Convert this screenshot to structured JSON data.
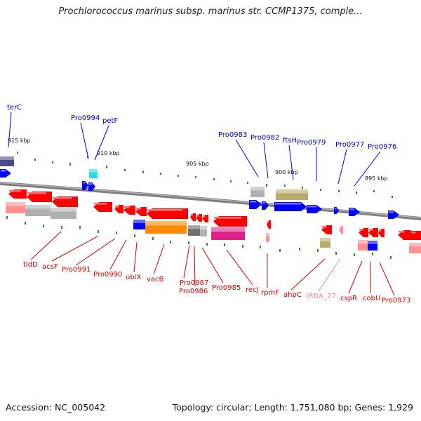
{
  "title": "Prochlorococcus marinus subsp. marinus str. CCMP1375, comple...",
  "accession": "Accession: NC_005042",
  "topology": "Topology: circular; Length: 1,751,080 bp; Genes: 1,929",
  "colors": {
    "backbone": "#7f7f7f",
    "tick": "#2e8b2e",
    "forward_label": "#0000cc",
    "reverse_label": "#cc0000",
    "trna_label": "#ee88aa",
    "forward_gene": "#0000ff",
    "reverse_gene": "#ff0000",
    "cog_gray": "#b0b0b0",
    "cog_khaki": "#b8ac6a",
    "cog_orange": "#ff8c00",
    "cog_magenta": "#e0208a",
    "cog_navy": "#4a4a8a",
    "cog_cyan": "#20e0e0",
    "cog_pink": "#ff9090",
    "cog_darkgray": "#707070"
  },
  "kbp_markers": [
    "915 kbp",
    "910 kbp",
    "905 kbp",
    "900 kbp",
    "895 kbp"
  ],
  "forward_labels": [
    "terC",
    "Pro0994",
    "petF",
    "Pro0983",
    "Pro0982",
    "ftsH",
    "Pro0979",
    "Pro0977",
    "Pro0976"
  ],
  "reverse_labels": [
    "tldD",
    "acsF",
    "Pro0991",
    "Pro0990",
    "ubiX",
    "vacB",
    "Pro0987",
    "Pro0986",
    "Pro0985",
    "recJ",
    "rpmF",
    "ahpC",
    "tRNA_27",
    "cspR",
    "cobU",
    "Pro0973"
  ]
}
